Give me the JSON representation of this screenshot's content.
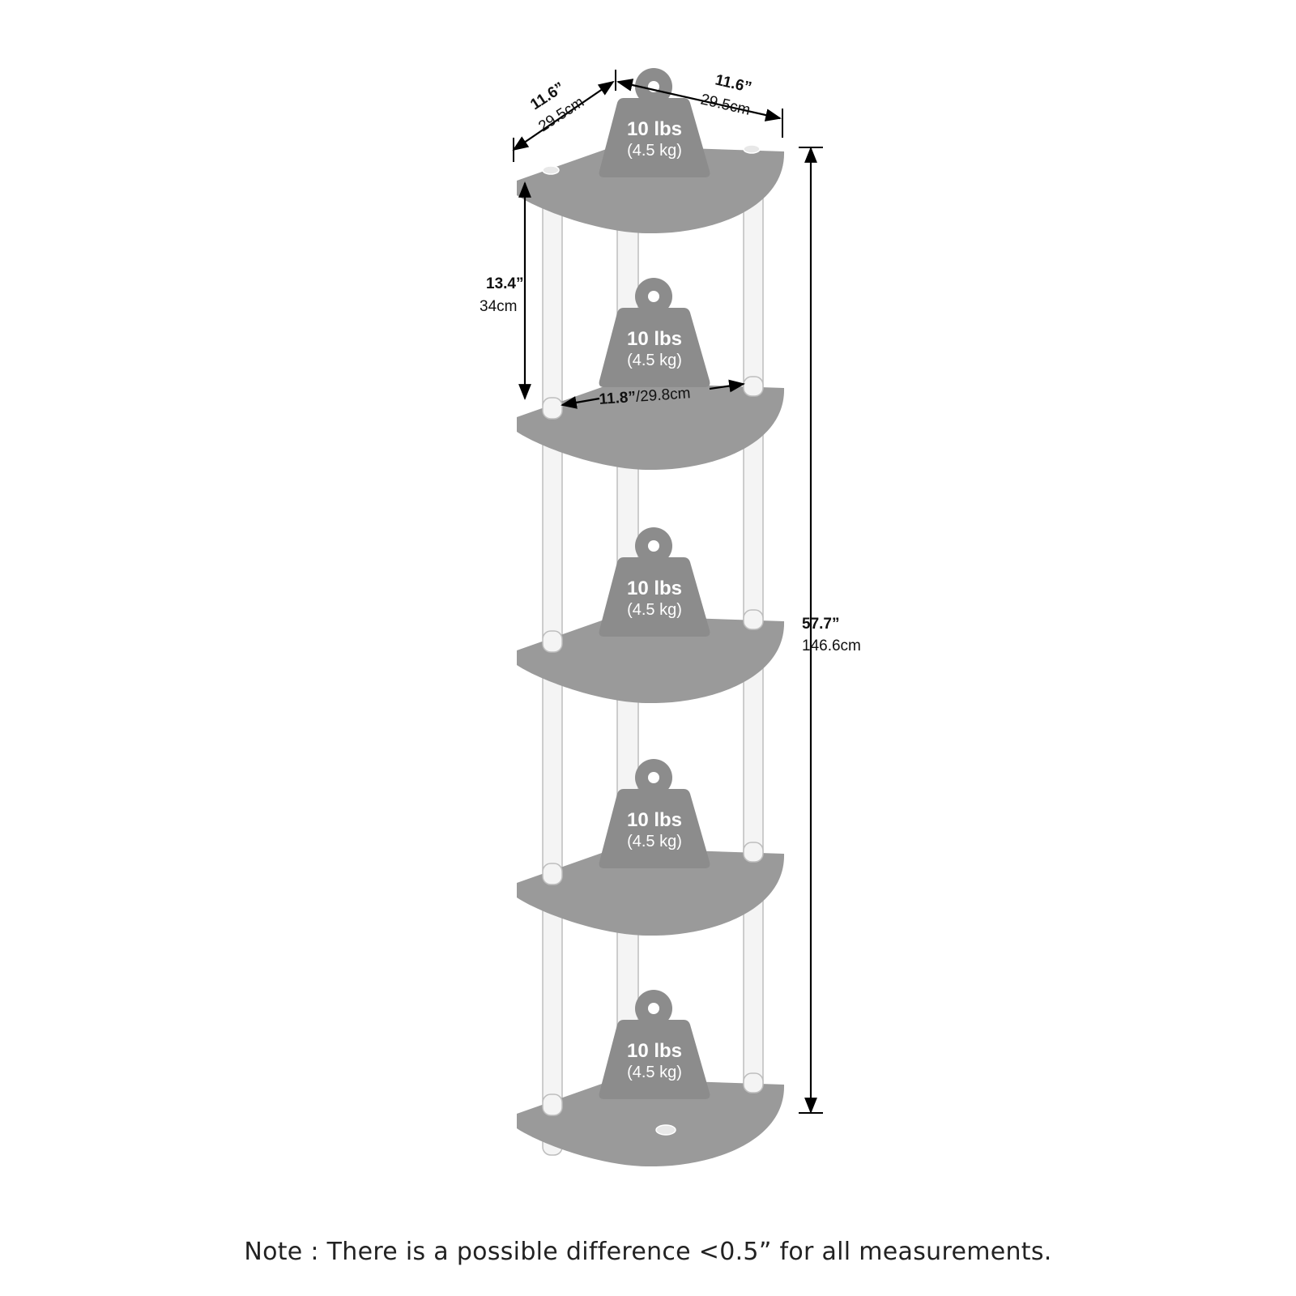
{
  "colors": {
    "shelf": "#9a9a9a",
    "weight": "#8c8c8c",
    "pole": "#f4f4f4",
    "pole_outline": "#bdbdbd",
    "line": "#000000"
  },
  "weight_labels": [
    {
      "main": "10 lbs",
      "sub": "(4.5 kg)"
    },
    {
      "main": "10 lbs",
      "sub": "(4.5 kg)"
    },
    {
      "main": "10 lbs",
      "sub": "(4.5 kg)"
    },
    {
      "main": "10 lbs",
      "sub": "(4.5 kg)"
    },
    {
      "main": "10 lbs",
      "sub": "(4.5 kg)"
    }
  ],
  "dimensions": {
    "left_edge": {
      "imperial": "11.6”",
      "metric": "29.5cm"
    },
    "right_edge": {
      "imperial": "11.6”",
      "metric": "29.5cm"
    },
    "shelf_gap": {
      "imperial": "13.4”",
      "metric": "34cm"
    },
    "shelf_span": {
      "imperial": "11.8”",
      "metric": "/29.8cm"
    },
    "total_height": {
      "imperial": "57.7”",
      "metric": "146.6cm"
    }
  },
  "note": "Note : There is a possible difference <0.5” for all measurements."
}
